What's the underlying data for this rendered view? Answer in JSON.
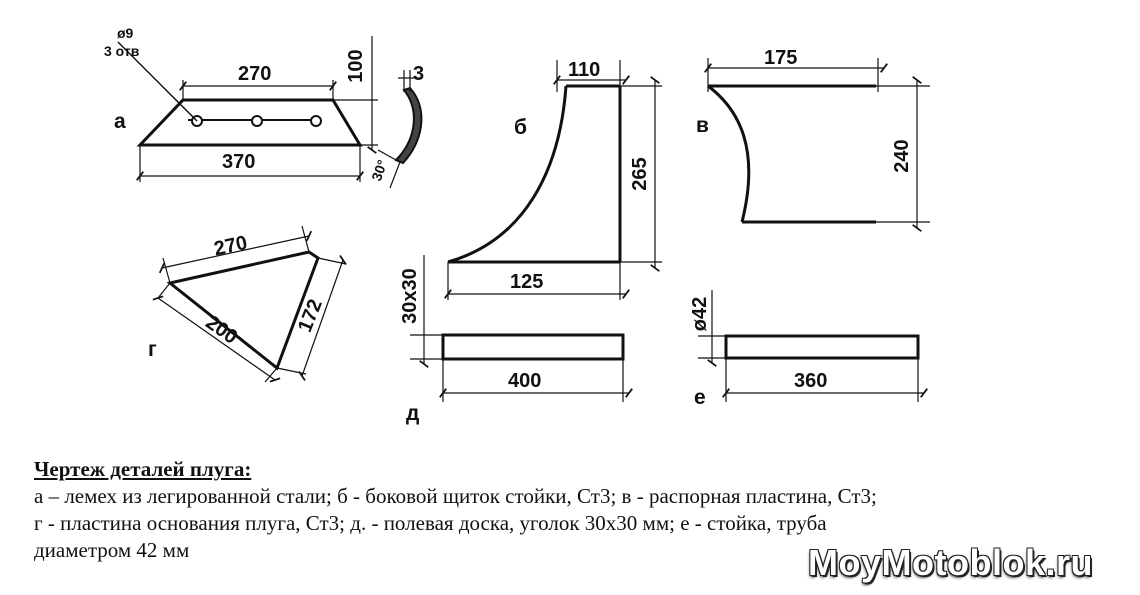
{
  "parts": {
    "a": {
      "letter": "а",
      "hole_dia": "ø9",
      "holes": "3 отв",
      "top_len": "270",
      "height": "100",
      "bottom_len": "370",
      "thickness": "3",
      "angle": "30°"
    },
    "b": {
      "letter": "б",
      "top_width": "110",
      "height": "265",
      "bottom_len": "125",
      "angle_size": "30x30"
    },
    "v": {
      "letter": "в",
      "top_width": "175",
      "height": "240"
    },
    "g": {
      "letter": "г",
      "side_top": "270",
      "side_left": "200",
      "side_right": "172"
    },
    "d": {
      "letter": "д",
      "length": "400"
    },
    "e": {
      "letter": "е",
      "pipe_dia": "ø42",
      "length": "360"
    }
  },
  "caption": {
    "title": "Чертеж деталей плуга:",
    "line1": "а – лемех из легированной стали; б - боковой щиток стойки, Ст3; в - распорная пластина, Ст3;",
    "line2": "г - пластина основания плуга, Ст3; д. - полевая доска, уголок 30х30 мм; е - стойка, труба",
    "line3": "диаметром 42 мм"
  },
  "watermark": "MoyMotoblok.ru"
}
